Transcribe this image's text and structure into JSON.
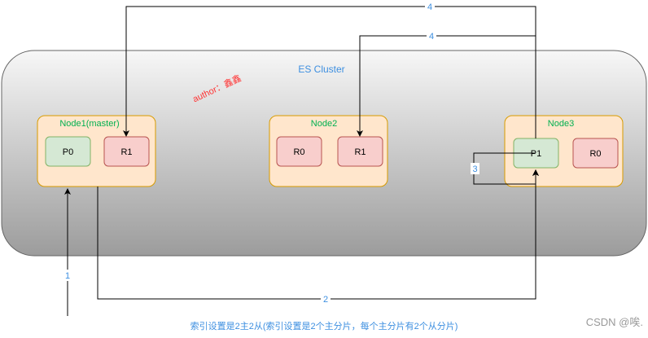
{
  "cluster": {
    "title": "ES Cluster"
  },
  "author": "author：鑫鑫",
  "nodes": [
    {
      "name": "Node1(master)",
      "shards": [
        "P0",
        "R1"
      ]
    },
    {
      "name": "Node2",
      "shards": [
        "R0",
        "R1"
      ]
    },
    {
      "name": "Node3",
      "shards": [
        "P1",
        "R0"
      ]
    }
  ],
  "steps": [
    "1",
    "2",
    "3",
    "4",
    "4"
  ],
  "caption": "索引设置是2主2从(索引设置是2个主分片，每个主分片有2个从分片)",
  "watermark": "CSDN @唉.",
  "colors": {
    "node_fill": "#ffe6cc",
    "node_border": "#d79b00",
    "node_label": "#00b050",
    "primary_fill": "#d5e8d4",
    "primary_border": "#82b366",
    "replica_fill": "#f8cecc",
    "replica_border": "#b85450",
    "step_label": "#3d8fe0",
    "author": "#ff3333"
  }
}
